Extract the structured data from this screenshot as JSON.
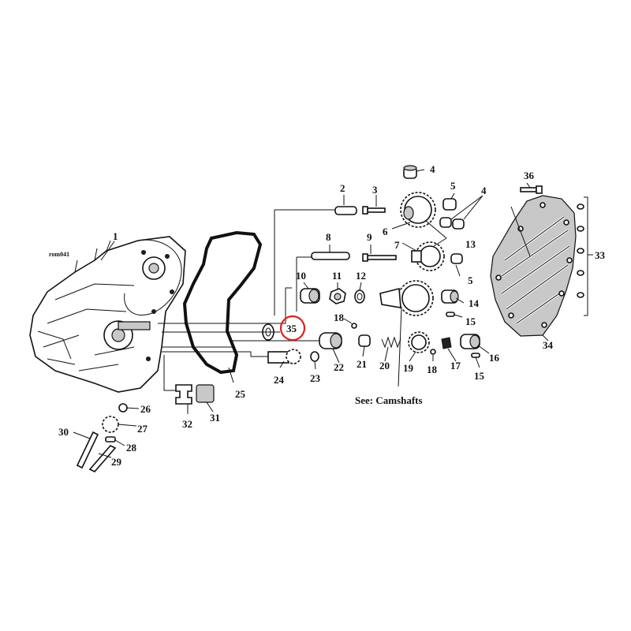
{
  "diagram": {
    "code": "rom041",
    "note": "See: Camshafts",
    "highlight_color": "#e0201f",
    "callouts": [
      "1",
      "2",
      "3",
      "4",
      "4",
      "5",
      "5",
      "6",
      "7",
      "8",
      "9",
      "10",
      "11",
      "12",
      "13",
      "14",
      "15",
      "15",
      "16",
      "17",
      "18",
      "18",
      "19",
      "20",
      "21",
      "22",
      "23",
      "24",
      "25",
      "26",
      "27",
      "28",
      "29",
      "30",
      "31",
      "32",
      "33",
      "34",
      "35",
      "36"
    ]
  }
}
